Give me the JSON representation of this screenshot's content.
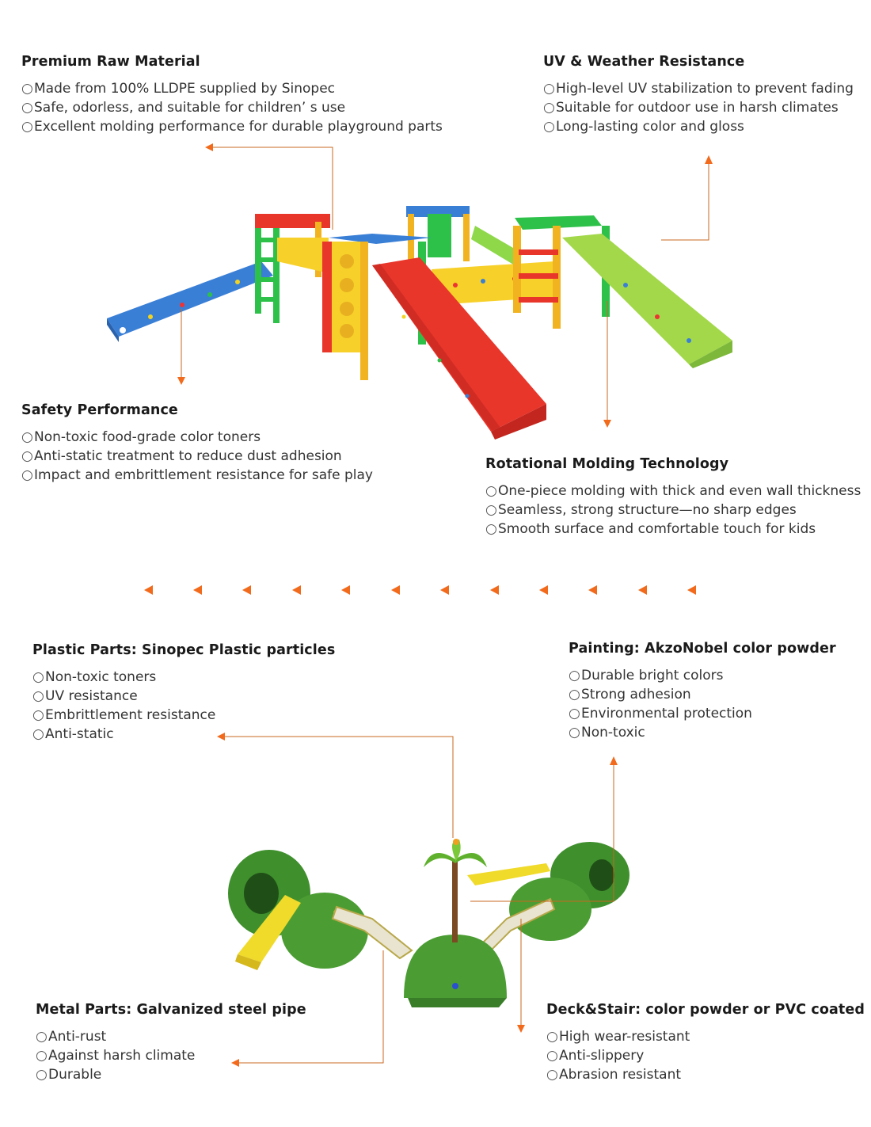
{
  "top": {
    "premium": {
      "title": "Premium Raw Material",
      "items": [
        "Made from 100% LLDPE supplied by Sinopec",
        "Safe, odorless, and suitable for children’ s use",
        "Excellent molding performance for durable playground parts"
      ]
    },
    "uv": {
      "title": "UV & Weather Resistance",
      "items": [
        "High-level UV stabilization to prevent fading",
        "Suitable for outdoor use in harsh climates",
        "Long-lasting color and gloss"
      ]
    },
    "safety": {
      "title": "Safety Performance",
      "items": [
        "Non-toxic food-grade color toners",
        "Anti-static treatment to reduce dust adhesion",
        "Impact and embrittlement resistance for safe play"
      ]
    },
    "rotational": {
      "title": "Rotational Molding Technology",
      "items": [
        "One-piece molding with thick and even wall thickness",
        "Seamless, strong structure—no sharp edges",
        "Smooth surface and comfortable touch for kids"
      ]
    }
  },
  "bottom": {
    "plastic": {
      "title": "Plastic Parts: Sinopec Plastic particles",
      "items": [
        "Non-toxic toners",
        "UV resistance",
        "Embrittlement resistance",
        "Anti-static"
      ]
    },
    "painting": {
      "title": "Painting: AkzoNobel color powder",
      "items": [
        "Durable bright colors",
        "Strong adhesion",
        "Environmental protection",
        "Non-toxic"
      ]
    },
    "metal": {
      "title": "Metal Parts: Galvanized steel pipe",
      "items": [
        "Anti-rust",
        "Against harsh climate",
        "Durable"
      ]
    },
    "deck": {
      "title": "Deck&Stair: color powder or PVC coated",
      "items": [
        "High wear-resistant",
        "Anti-slippery",
        "Abrasion resistant"
      ]
    }
  },
  "bullet_symbol": "○",
  "colors": {
    "accent_orange": "#f26a1b",
    "leader_line": "#c9671f",
    "heading": "#1a1a1a",
    "body_text": "#333333"
  },
  "images": {
    "top": "plastic-playground-slides-illustration",
    "bottom": "green-hill-playground-with-palm-tree-illustration"
  }
}
